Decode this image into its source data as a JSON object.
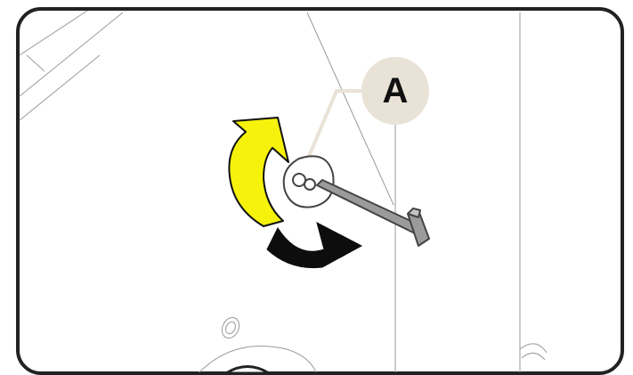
{
  "callout": {
    "label": "A"
  },
  "colors": {
    "frame_border": "#222222",
    "frame_fill": "#ffffff",
    "line_art": "#9a9a9a",
    "callout_bubble": "#e9e2d6",
    "callout_leader": "#e9e2d6",
    "arrow_fill": "#f6f20c",
    "arrow_stroke": "#111111",
    "wrench_fill": "#9b9b9b",
    "wrench_stroke": "#444444"
  },
  "icons": {
    "rotation": "curved-arrow-counterclockwise",
    "tool": "hex-key-wrench"
  }
}
